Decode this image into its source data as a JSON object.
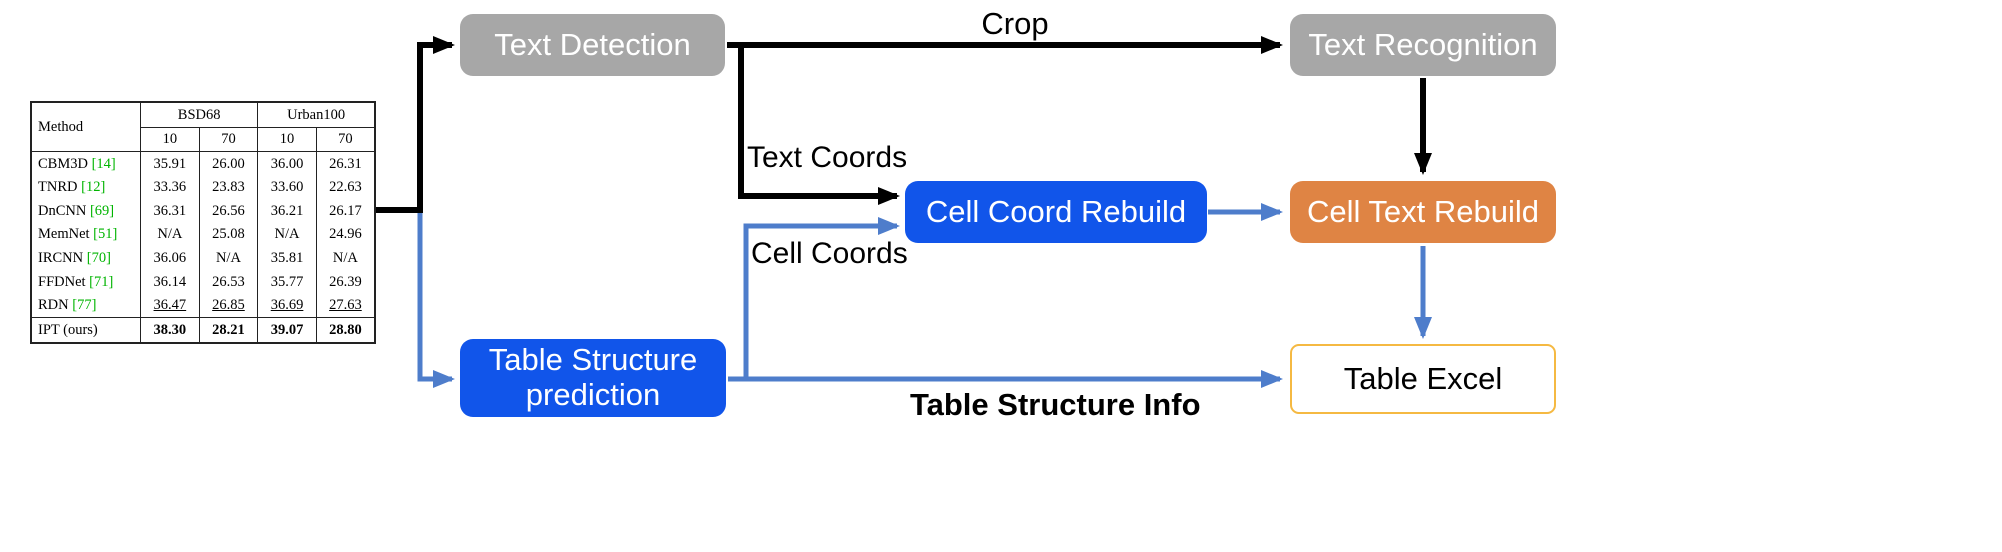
{
  "diagram": {
    "nodes": {
      "text_detection": {
        "label": "Text Detection"
      },
      "text_recognition": {
        "label": "Text Recognition"
      },
      "cell_coord_rebuild": {
        "label": "Cell Coord Rebuild"
      },
      "cell_text_rebuild": {
        "label": "Cell Text Rebuild"
      },
      "table_structure_prediction": {
        "label": "Table Structure prediction"
      },
      "table_excel": {
        "label": "Table Excel"
      }
    },
    "edge_labels": {
      "crop": "Crop",
      "text_coords": "Text Coords",
      "cell_coords": "Cell Coords",
      "table_structure_info": "Table Structure Info"
    },
    "colors": {
      "gray_node": "#a7a7a7",
      "blue_node": "#1155ea",
      "orange_node": "#df8444",
      "excel_border": "#f5b942",
      "black_arrow": "#000000",
      "blue_arrow": "#4e7dcb",
      "citation_green": "#00b400"
    }
  },
  "paper_table": {
    "headers": {
      "method": "Method",
      "group1": "BSD68",
      "group2": "Urban100",
      "sub": [
        "10",
        "70",
        "10",
        "70"
      ]
    },
    "rows": [
      {
        "method": "CBM3D",
        "cite": "[14]",
        "values": [
          "35.91",
          "26.00",
          "36.00",
          "26.31"
        ]
      },
      {
        "method": "TNRD",
        "cite": "[12]",
        "values": [
          "33.36",
          "23.83",
          "33.60",
          "22.63"
        ]
      },
      {
        "method": "DnCNN",
        "cite": "[69]",
        "values": [
          "36.31",
          "26.56",
          "36.21",
          "26.17"
        ]
      },
      {
        "method": "MemNet",
        "cite": "[51]",
        "values": [
          "N/A",
          "25.08",
          "N/A",
          "24.96"
        ]
      },
      {
        "method": "IRCNN",
        "cite": "[70]",
        "values": [
          "36.06",
          "N/A",
          "35.81",
          "N/A"
        ]
      },
      {
        "method": "FFDNet",
        "cite": "[71]",
        "values": [
          "36.14",
          "26.53",
          "35.77",
          "26.39"
        ]
      },
      {
        "method": "RDN",
        "cite": "[77]",
        "values": [
          "36.47",
          "26.85",
          "36.69",
          "27.63"
        ]
      },
      {
        "method": "IPT (ours)",
        "cite": "",
        "values": [
          "38.30",
          "28.21",
          "39.07",
          "28.80"
        ]
      }
    ]
  }
}
